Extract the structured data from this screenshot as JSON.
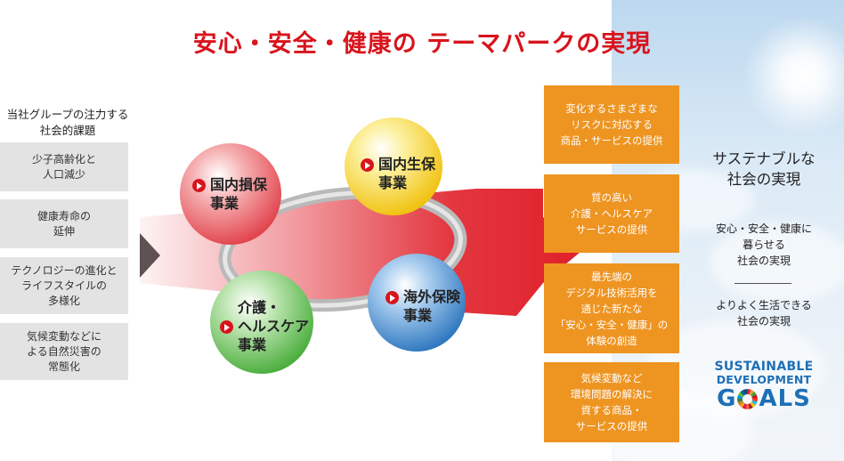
{
  "title": "安心・安全・健康の テーマパークの実現",
  "left_panel": {
    "heading_line1": "当社グループの注力する",
    "heading_line2": "社会的課題",
    "issues": [
      {
        "line1": "少子高齢化と",
        "line2": "人口減少",
        "line3": ""
      },
      {
        "line1": "健康寿命の",
        "line2": "延伸",
        "line3": ""
      },
      {
        "line1": "テクノロジーの進化と",
        "line2": "ライフスタイルの",
        "line3": "多様化"
      },
      {
        "line1": "気候変動などに",
        "line2": "よる自然災害の",
        "line3": "常態化"
      }
    ]
  },
  "businesses": [
    {
      "line1": "国内損保",
      "line2": "事業",
      "color": "#e8565e"
    },
    {
      "line1": "国内生保",
      "line2": "事業",
      "color": "#f5d21a"
    },
    {
      "line1": "介護・",
      "line2": "ヘルスケア",
      "line3": "事業",
      "color": "#55b846"
    },
    {
      "line1": "海外保険",
      "line2": "事業",
      "color": "#3c86c8"
    }
  ],
  "values": [
    {
      "line1": "変化するさまざまな",
      "line2": "リスクに対応する",
      "line3": "商品・サービスの提供",
      "line4": "",
      "line5": ""
    },
    {
      "line1": "質の高い",
      "line2": "介護・ヘルスケア",
      "line3": "サービスの提供",
      "line4": "",
      "line5": ""
    },
    {
      "line1": "最先端の",
      "line2": "デジタル技術活用を",
      "line3": "通じた新たな",
      "line4": "「安心・安全・健康」の",
      "line5": "体験の創造"
    },
    {
      "line1": "気候変動など",
      "line2": "環境問題の解決に",
      "line3": "資する商品・",
      "line4": "サービスの提供",
      "line5": ""
    }
  ],
  "goal": {
    "title_line1": "サステナブルな",
    "title_line2": "社会の実現",
    "item1_line1": "安心・安全・健康に",
    "item1_line2": "暮らせる",
    "item1_line3": "社会の実現",
    "item2_line1": "よりよく生活できる",
    "item2_line2": "社会の実現"
  },
  "sdgs": {
    "line1": "SUSTAINABLE",
    "line2": "DEVELOPMENT",
    "line3_g": "G",
    "line3_rest": "ALS"
  },
  "colors": {
    "title": "#d8141c",
    "arrow": "#e0202a",
    "value_box": "#ee9421",
    "issue_box": "#e3e3e3",
    "sdg_blue": "#1e6fb5"
  }
}
